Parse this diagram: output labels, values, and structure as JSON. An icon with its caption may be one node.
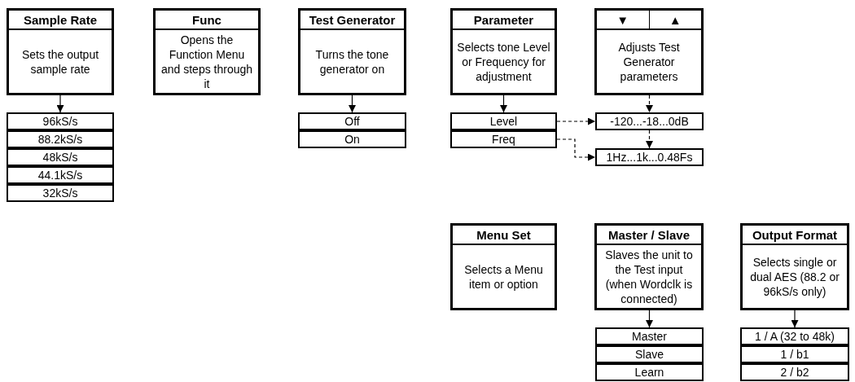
{
  "diagram": {
    "nodes": [
      {
        "text": [
          "Sample Rate",
          "Sets the output sample rate"
        ]
      },
      {
        "text": [
          "96kS/s"
        ]
      },
      {
        "text": [
          "88.2kS/s"
        ]
      },
      {
        "text": [
          "48kS/s"
        ]
      },
      {
        "text": [
          "44.1kS/s"
        ]
      },
      {
        "text": [
          "32kS/s"
        ]
      },
      {
        "text": [
          "Func",
          "Opens the Function Menu and steps through it"
        ]
      },
      {
        "text": [
          "Test Generator",
          "Turns the tone generator on"
        ]
      },
      {
        "text": [
          "Off"
        ]
      },
      {
        "text": [
          "On"
        ]
      },
      {
        "text": [
          "Parameter",
          "Selects tone Level or Frequency for adjustment"
        ]
      },
      {
        "text": [
          "Level"
        ]
      },
      {
        "text": [
          "Freq"
        ]
      },
      {
        "text": [
          "▼",
          "▲",
          "Adjusts Test Generator parameters"
        ]
      },
      {
        "text": [
          "-120...-18...0dB"
        ]
      },
      {
        "text": [
          "1Hz...1k...0.48Fs"
        ]
      },
      {
        "text": [
          "Menu Set",
          "Selects a Menu item or option"
        ]
      },
      {
        "text": [
          "Master / Slave",
          "Slaves the unit to the Test input (when Wordclk is connected)"
        ]
      },
      {
        "text": [
          "Master"
        ]
      },
      {
        "text": [
          "Slave"
        ]
      },
      {
        "text": [
          "Learn"
        ]
      },
      {
        "text": [
          "Output Format",
          "Selects single or dual AES (88.2 or 96kS/s only)"
        ]
      },
      {
        "text": [
          "1 / A (32 to 48k)"
        ]
      },
      {
        "text": [
          "1 / b1"
        ]
      },
      {
        "text": [
          "2 / b2"
        ]
      }
    ],
    "edges": [
      {
        "from": 0,
        "to": 1,
        "arrow": "to"
      },
      {
        "from": 7,
        "to": 8,
        "arrow": "to"
      },
      {
        "from": 10,
        "to": 11,
        "arrow": "to"
      },
      {
        "from": 13,
        "to": 14,
        "arrow": "to",
        "style": "dashed"
      },
      {
        "from": 11,
        "to": 14,
        "arrow": "to",
        "style": "dashed"
      },
      {
        "from": 14,
        "to": 15,
        "arrow": "to",
        "style": "dashed"
      },
      {
        "from": 12,
        "to": 15,
        "arrow": "to",
        "style": "dashed"
      },
      {
        "from": 17,
        "to": 18,
        "arrow": "to"
      },
      {
        "from": 21,
        "to": 22,
        "arrow": "to"
      }
    ]
  }
}
